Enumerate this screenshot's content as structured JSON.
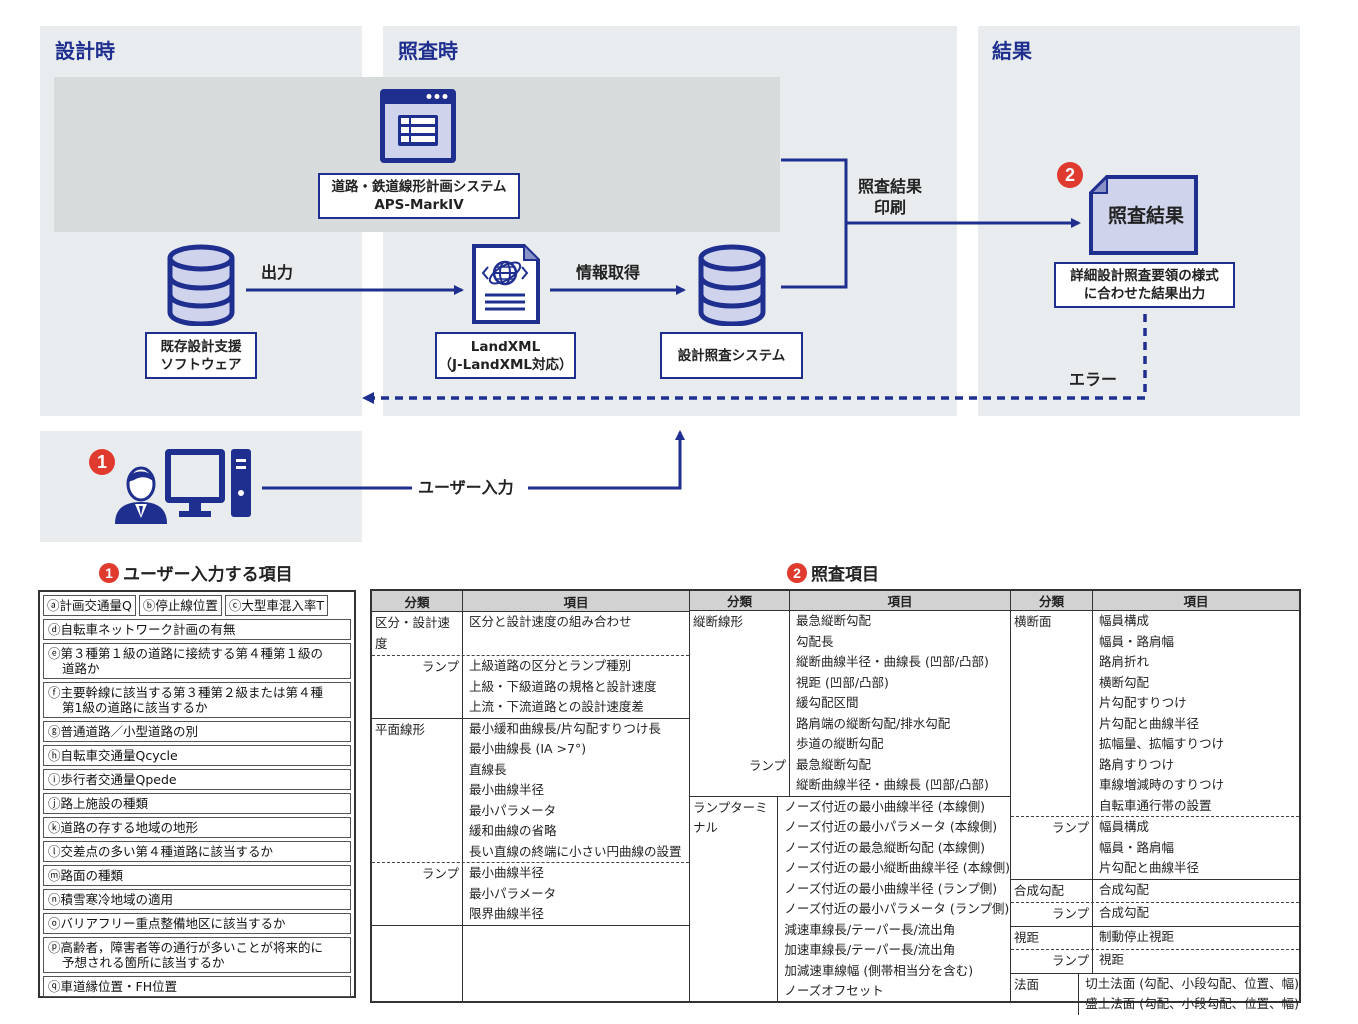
{
  "diagram": {
    "panels": {
      "design_time": "設計時",
      "check_time": "照査時",
      "result": "結果"
    },
    "nodes": {
      "aps": [
        "道路・鉄道線形計画システム",
        "APS-MarkIV"
      ],
      "existing_software": [
        "既存設計支援",
        "ソフトウェア"
      ],
      "landxml": [
        "LandXML",
        "（J-LandXML対応）"
      ],
      "check_system": "設計照査システム",
      "result_doc": "照査結果",
      "result_output": [
        "詳細設計照査要領の様式",
        "に合わせた結果出力"
      ]
    },
    "flows": {
      "output": "出力",
      "get_info": "情報取得",
      "print_result": [
        "照査結果",
        "印刷"
      ],
      "error": "エラー",
      "user_input": "ユーザー入力"
    },
    "badges": {
      "one": "1",
      "two": "2"
    },
    "colors": {
      "accent": "#1f2f8f",
      "badge": "#e03a2f",
      "panel": "#e9ecee",
      "icon_fill": "#cfd4ec"
    },
    "icons": [
      "app-window-icon",
      "database-icon",
      "xml-document-icon",
      "result-document-icon",
      "user-icon",
      "desktop-computer-icon"
    ]
  },
  "user_input_section": {
    "title": "ユーザー入力する項目",
    "badge": "1",
    "items": [
      [
        "ⓐ計画交通量Q",
        "ⓑ停止線位置",
        "ⓒ大型車混入率T"
      ],
      [
        "ⓓ自転車ネットワーク計画の有無"
      ],
      [
        "ⓔ第３種第１級の道路に接続する第４種第１級の",
        "道路か"
      ],
      [
        "ⓕ主要幹線に該当する第３種第２級または第４種",
        "第1級の道路に該当するか"
      ],
      [
        "ⓖ普通道路／小型道路の別"
      ],
      [
        "ⓗ自転車交通量Qcycle"
      ],
      [
        "ⓘ歩行者交通量Qpede"
      ],
      [
        "ⓙ路上施設の種類"
      ],
      [
        "ⓚ道路の存する地域の地形"
      ],
      [
        "ⓛ交差点の多い第４種道路に該当するか"
      ],
      [
        "ⓜ路面の種類"
      ],
      [
        "ⓝ積雪寒冷地域の適用"
      ],
      [
        "ⓞバリアフリー重点整備地区に該当するか"
      ],
      [
        "ⓟ高齢者，障害者等の通行が多いことが将来的に",
        "予想される箇所に該当するか"
      ],
      [
        "ⓠ車道縁位置・FH位置"
      ]
    ]
  },
  "check_items_section": {
    "title": "照査項目",
    "badge": "2",
    "headers": {
      "category": "分類",
      "item": "項目"
    },
    "columns": [
      {
        "groups": [
          {
            "category": "区分・設計速度",
            "align": "left",
            "border": "dotted",
            "items": [
              "区分と設計速度の組み合わせ"
            ]
          },
          {
            "category": "ランプ",
            "align": "right",
            "border": "solid",
            "items": [
              "上級道路の区分とランプ種別",
              "上級・下級道路の規格と設計速度",
              "上流・下流道路との設計速度差"
            ]
          },
          {
            "category": "平面線形",
            "align": "left",
            "border": "dotted",
            "items": [
              "最小緩和曲線長/片勾配すりつけ長",
              "最小曲線長 (IA >7°)",
              "直線長",
              "最小曲線半径",
              "最小パラメータ",
              "緩和曲線の省略",
              "長い直線の終端に小さい円曲線の設置"
            ]
          },
          {
            "category": "ランプ",
            "align": "right",
            "border": "solid",
            "items": [
              "最小曲線半径",
              "最小パラメータ",
              "限界曲線半径"
            ]
          },
          {
            "category": "",
            "align": "left",
            "border": "none",
            "items": []
          }
        ]
      },
      {
        "groups": [
          {
            "category": "縦断線形",
            "align": "left",
            "border": "none",
            "items": [
              "最急縦断勾配",
              "勾配長",
              "縦断曲線半径・曲線長 (凹部/凸部)",
              "視距 (凹部/凸部)",
              "緩勾配区間",
              "路肩端の縦断勾配/排水勾配",
              "歩道の縦断勾配"
            ]
          },
          {
            "category": "ランプ",
            "align": "right",
            "border": "solid",
            "items": [
              "最急縦断勾配",
              "縦断曲線半径・曲線長 (凹部/凸部)"
            ]
          },
          {
            "category": "ランプターミナル",
            "align": "left",
            "border": "none",
            "items": [
              "ノーズ付近の最小曲線半径 (本線側)",
              "ノーズ付近の最小パラメータ (本線側)",
              "ノーズ付近の最急縦断勾配 (本線側)",
              "ノーズ付近の最小縦断曲線半径 (本線側)",
              "ノーズ付近の最小曲線半径 (ランプ側)",
              "ノーズ付近の最小パラメータ (ランプ側)",
              "減速車線長/テーパー長/流出角",
              "加速車線長/テーパー長/流出角",
              "加減速車線幅 (側帯相当分を含む)",
              "ノーズオフセット"
            ]
          }
        ]
      },
      {
        "groups": [
          {
            "category": "横断面",
            "align": "left",
            "border": "dotted",
            "items": [
              "幅員構成",
              "幅員・路肩幅",
              "路肩折れ",
              "横断勾配",
              "片勾配すりつけ",
              "片勾配と曲線半径",
              "拡幅量、拡幅すりつけ",
              "路肩すりつけ",
              "車線増減時のすりつけ",
              "自転車通行帯の設置"
            ]
          },
          {
            "category": "ランプ",
            "align": "right",
            "border": "solid",
            "items": [
              "幅員構成",
              "幅員・路肩幅",
              "片勾配と曲線半径"
            ]
          },
          {
            "category": "合成勾配",
            "align": "left",
            "border": "dotted",
            "items": [
              "合成勾配"
            ]
          },
          {
            "category": "ランプ",
            "align": "right",
            "border": "solid",
            "items": [
              "合成勾配"
            ]
          },
          {
            "category": "視距",
            "align": "left",
            "border": "dotted",
            "items": [
              "制動停止視距"
            ]
          },
          {
            "category": "ランプ",
            "align": "right",
            "border": "solid",
            "items": [
              "視距"
            ]
          },
          {
            "category": "法面",
            "align": "left",
            "border": "none",
            "items": [
              "切土法面 (勾配、小段勾配、位置、幅)",
              "盛土法面 (勾配、小段勾配、位置、幅)"
            ]
          }
        ]
      }
    ]
  }
}
